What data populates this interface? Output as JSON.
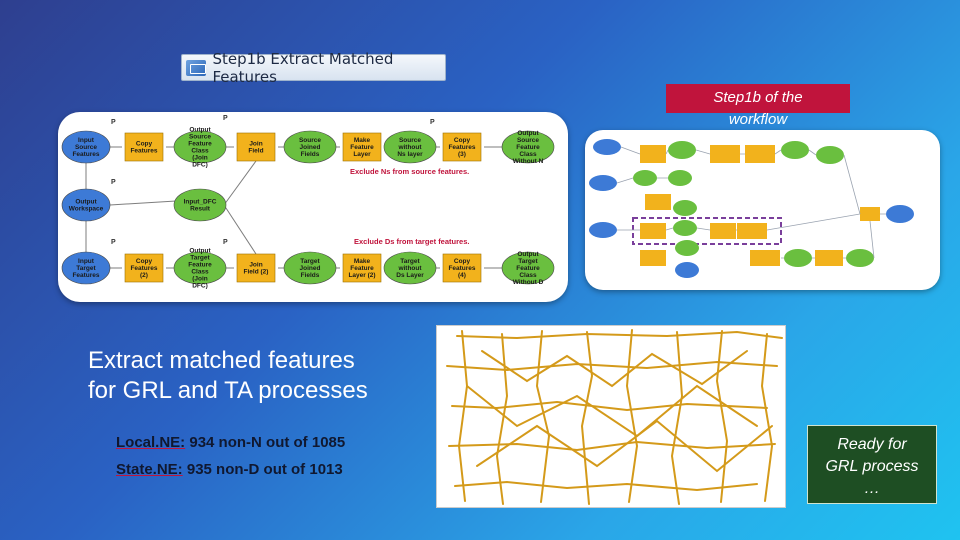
{
  "banner": {
    "icon": "model-icon",
    "title": "Step1b Extract Matched Features"
  },
  "step_label": {
    "line1": "Step1b of the",
    "line2": "workflow"
  },
  "workflow": {
    "row1": [
      "Input Source Features",
      "Copy Features",
      "Output Source Feature Class (Join DFC)",
      "Join Field",
      "Source Joined Fields",
      "Make Feature Layer",
      "Source without Ns layer",
      "Copy Features (3)",
      "Output Source Feature Class Without N"
    ],
    "row2": [
      "Output Workspace",
      "Input_DFC Result"
    ],
    "row3": [
      "Input Target Features",
      "Copy Features (2)",
      "Output Target Feature Class (Join DFC)",
      "Join Field (2)",
      "Target Joined Fields",
      "Make Feature Layer (2)",
      "Target without Ds Layer",
      "Copy Features (4)",
      "Output Target Feature Class Without D"
    ],
    "p_label": "P",
    "note_ns": "Exclude Ns from source features.",
    "note_ds": "Exclude Ds from target features."
  },
  "headline": {
    "line1": "Extract matched features",
    "line2": "for GRL and TA processes"
  },
  "stats": {
    "local_name": "Local.NE:",
    "local_value": "934 non-N out of 1085",
    "state_name": "State.NE:",
    "state_value": "935 non-D out of 1013"
  },
  "ready": {
    "line1": "Ready for",
    "line2": "GRL process",
    "line3": "…"
  },
  "colors": {
    "process_fill": "#f2b21c",
    "data_fill": "#3d7ad6",
    "output_fill": "#6abf3f",
    "step_label": "#c0143c",
    "ready_box": "#1e4e23",
    "map_lines": "#d49a1a"
  }
}
